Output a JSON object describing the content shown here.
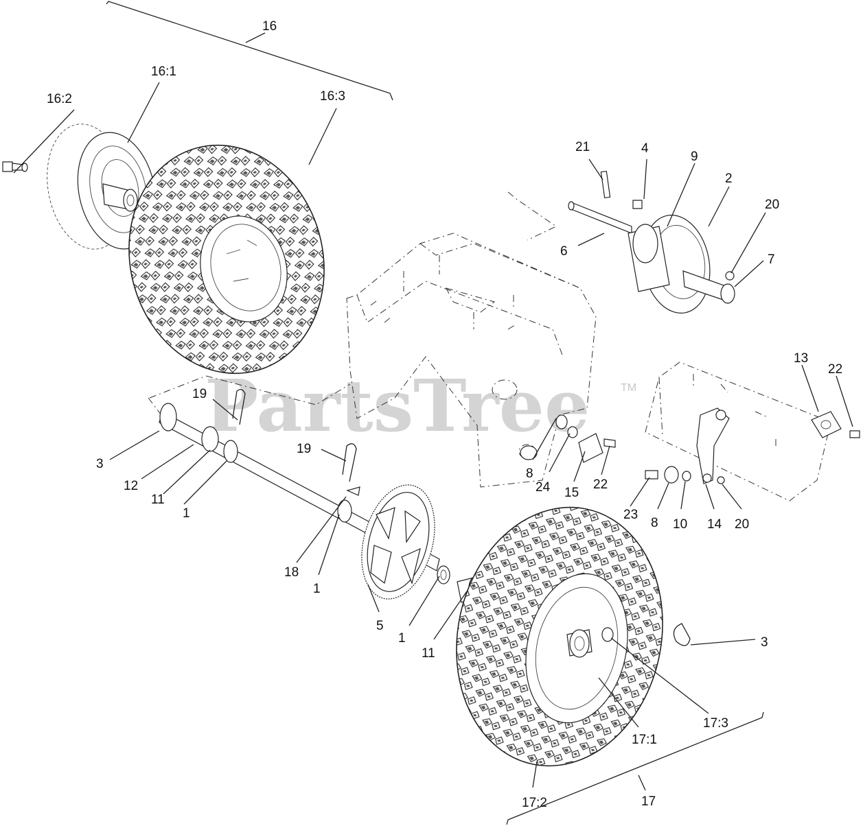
{
  "watermark": {
    "text": "PartsTree",
    "tm": "TM"
  },
  "callouts": [
    {
      "id": "c16",
      "text": "16"
    },
    {
      "id": "c16-1",
      "text": "16:1"
    },
    {
      "id": "c16-2",
      "text": "16:2"
    },
    {
      "id": "c16-3",
      "text": "16:3"
    },
    {
      "id": "c21",
      "text": "21"
    },
    {
      "id": "c4",
      "text": "4"
    },
    {
      "id": "c9",
      "text": "9"
    },
    {
      "id": "c2",
      "text": "2"
    },
    {
      "id": "c20a",
      "text": "20"
    },
    {
      "id": "c7",
      "text": "7"
    },
    {
      "id": "c6",
      "text": "6"
    },
    {
      "id": "c13",
      "text": "13"
    },
    {
      "id": "c22a",
      "text": "22"
    },
    {
      "id": "c19a",
      "text": "19"
    },
    {
      "id": "c19b",
      "text": "19"
    },
    {
      "id": "c3a",
      "text": "3"
    },
    {
      "id": "c12",
      "text": "12"
    },
    {
      "id": "c11a",
      "text": "11"
    },
    {
      "id": "c1a",
      "text": "1"
    },
    {
      "id": "c8a",
      "text": "8"
    },
    {
      "id": "c24",
      "text": "24"
    },
    {
      "id": "c15",
      "text": "15"
    },
    {
      "id": "c22b",
      "text": "22"
    },
    {
      "id": "c23",
      "text": "23"
    },
    {
      "id": "c8b",
      "text": "8"
    },
    {
      "id": "c10",
      "text": "10"
    },
    {
      "id": "c14",
      "text": "14"
    },
    {
      "id": "c20b",
      "text": "20"
    },
    {
      "id": "c18",
      "text": "18"
    },
    {
      "id": "c1b",
      "text": "1"
    },
    {
      "id": "c5",
      "text": "5"
    },
    {
      "id": "c1c",
      "text": "1"
    },
    {
      "id": "c11b",
      "text": "11"
    },
    {
      "id": "c3b",
      "text": "3"
    },
    {
      "id": "c17-3",
      "text": "17:3"
    },
    {
      "id": "c17-1",
      "text": "17:1"
    },
    {
      "id": "c17-2",
      "text": "17:2"
    },
    {
      "id": "c17",
      "text": "17"
    }
  ]
}
